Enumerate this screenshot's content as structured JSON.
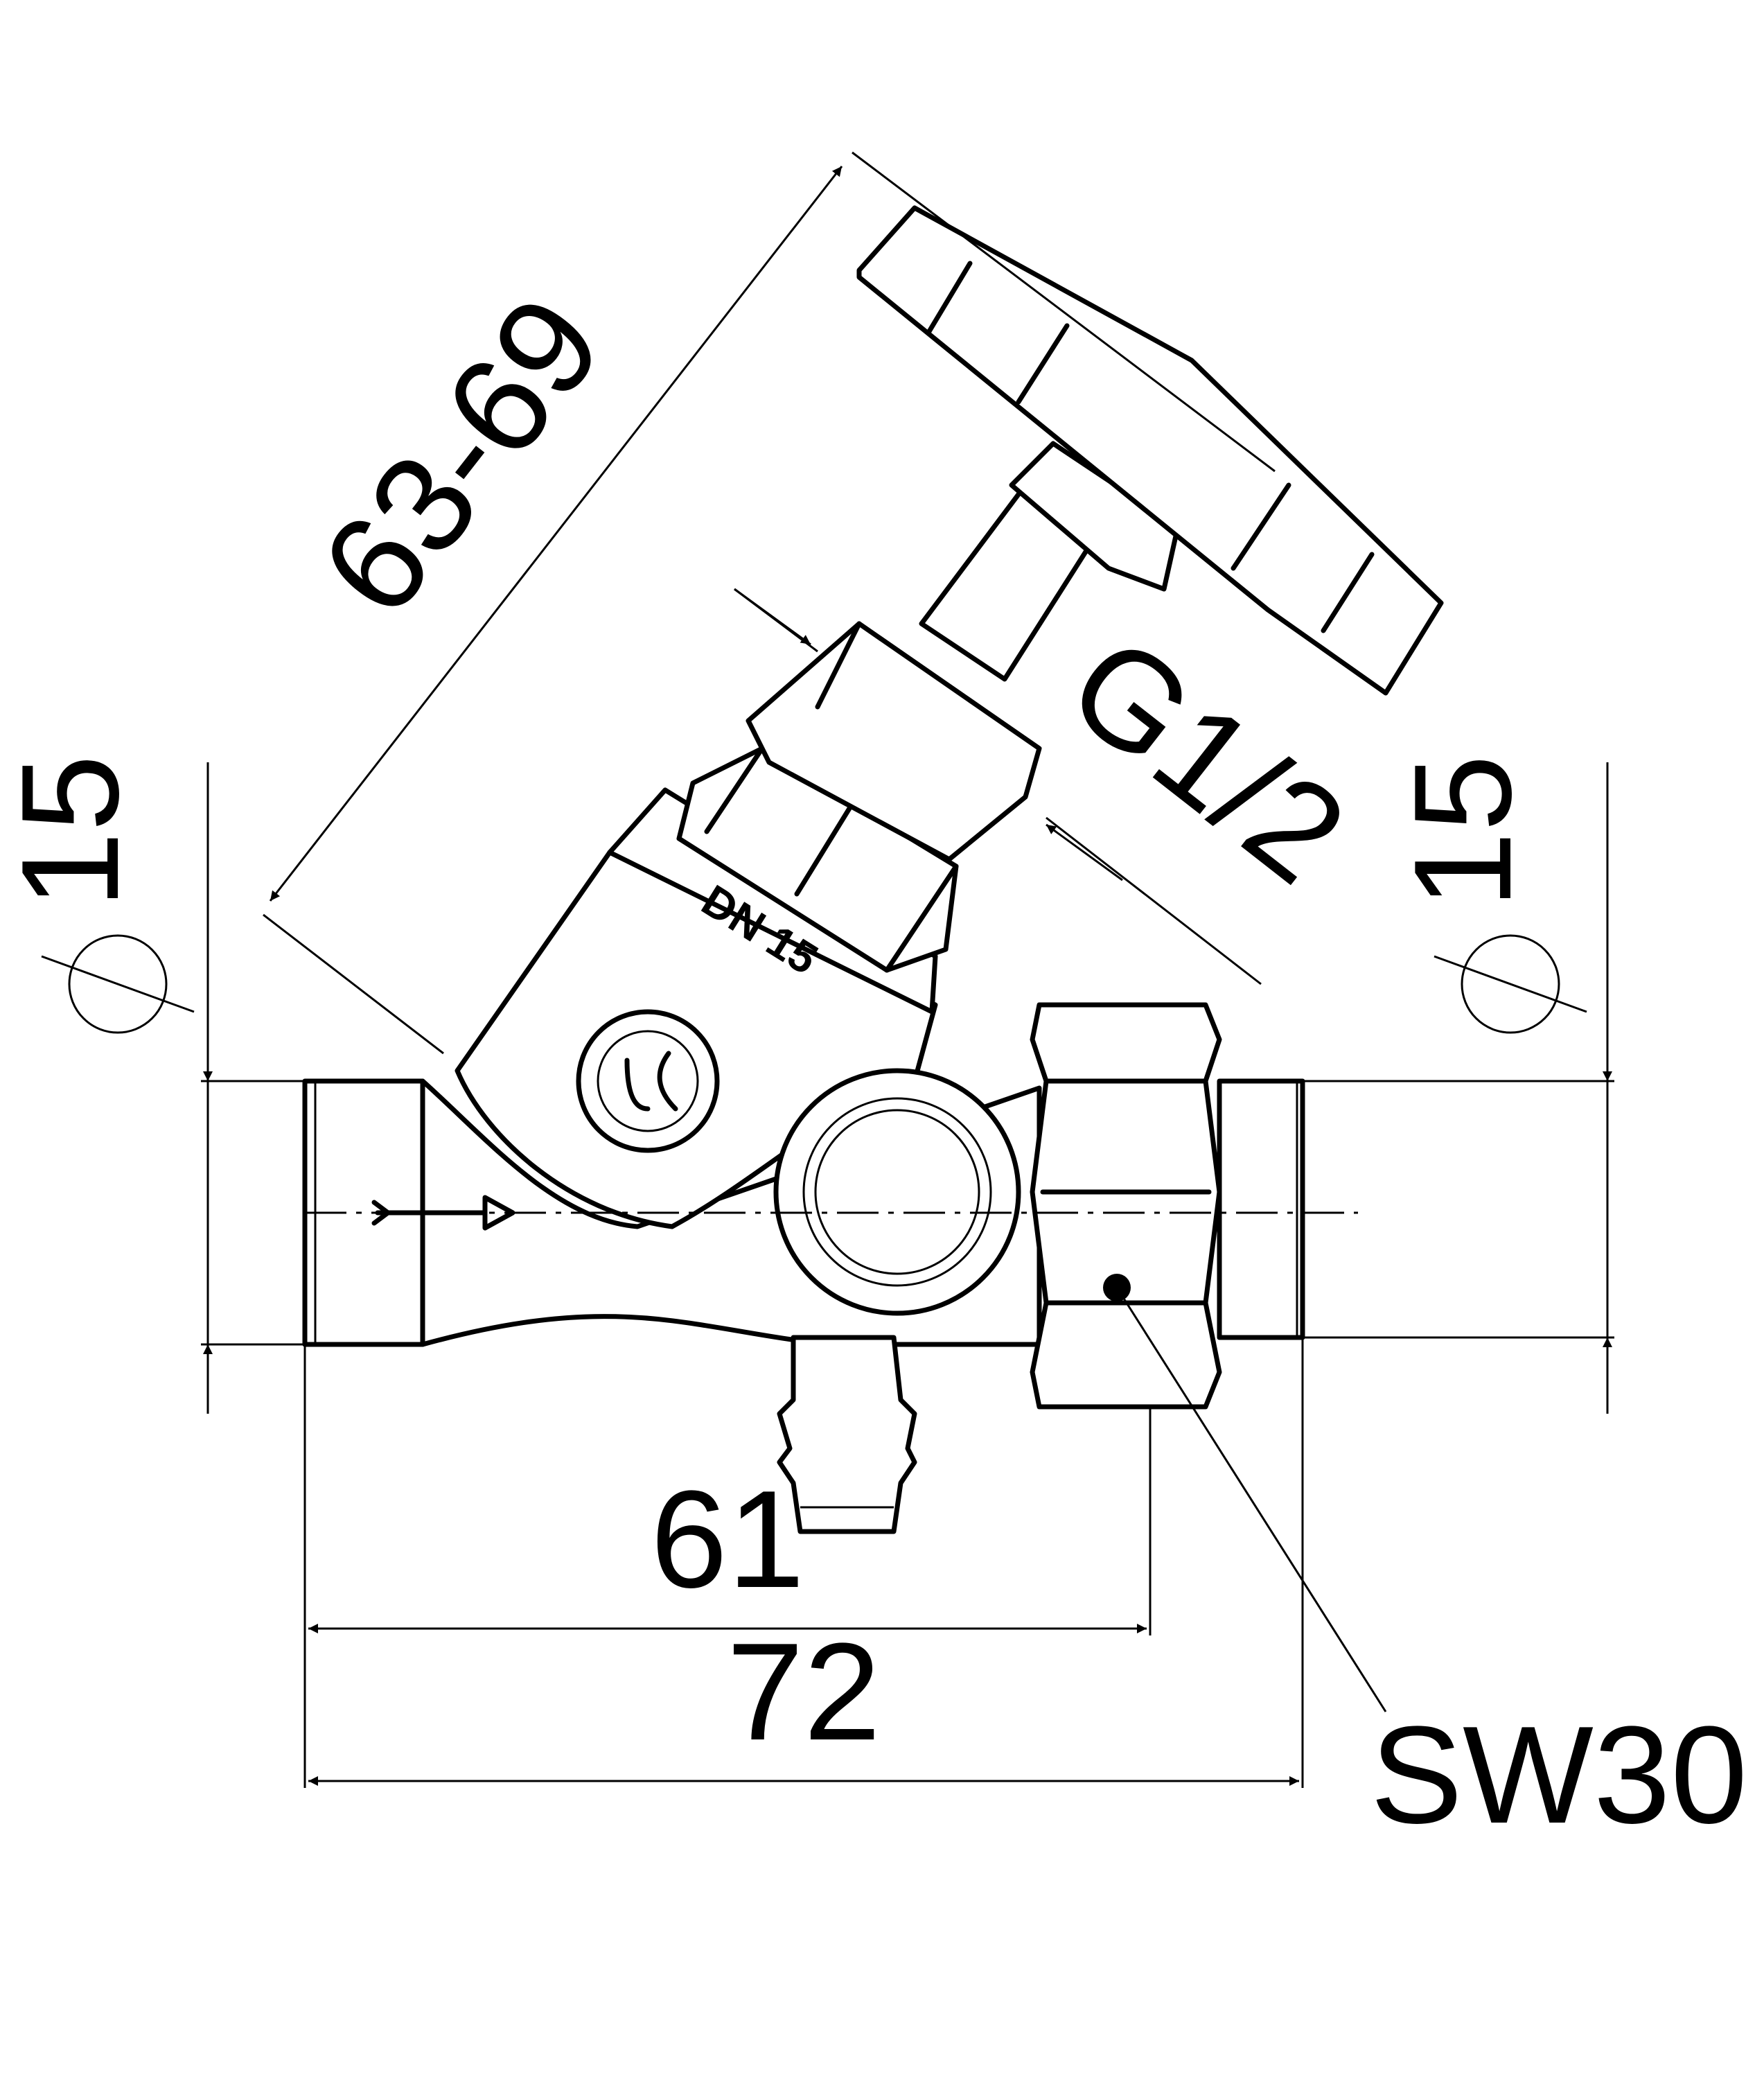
{
  "labels": {
    "stroke_length": "63-69",
    "thread_size": "G1/2",
    "inlet_diameter": "15",
    "outlet_diameter": "15",
    "length_to_nut": "61",
    "overall_length": "72",
    "wrench_size": "SW30",
    "body_marking": "DN 15"
  },
  "icons": {
    "diameter_symbol": "diameter-icon",
    "flow_arrow": "flow-direction-arrow-icon",
    "logo": "manufacturer-logo-icon",
    "handwheel": "handwheel-icon",
    "union_nut": "hex-nut-icon"
  },
  "colors": {
    "line": "#000000",
    "background": "#ffffff"
  }
}
